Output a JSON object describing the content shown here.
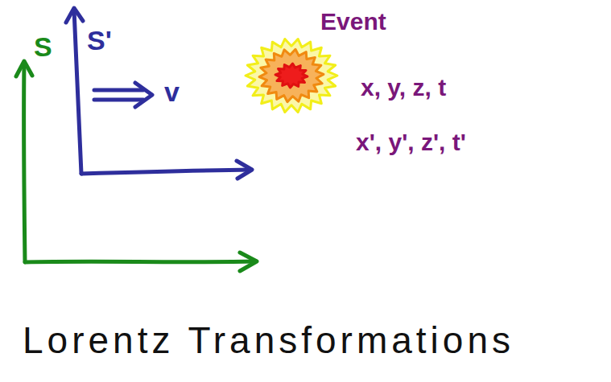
{
  "diagram": {
    "title": "Lorentz Transformations",
    "labels": [
      "S",
      "S'",
      "v",
      "Event",
      "x, y, z, t",
      "x', y', z', t'"
    ]
  }
}
